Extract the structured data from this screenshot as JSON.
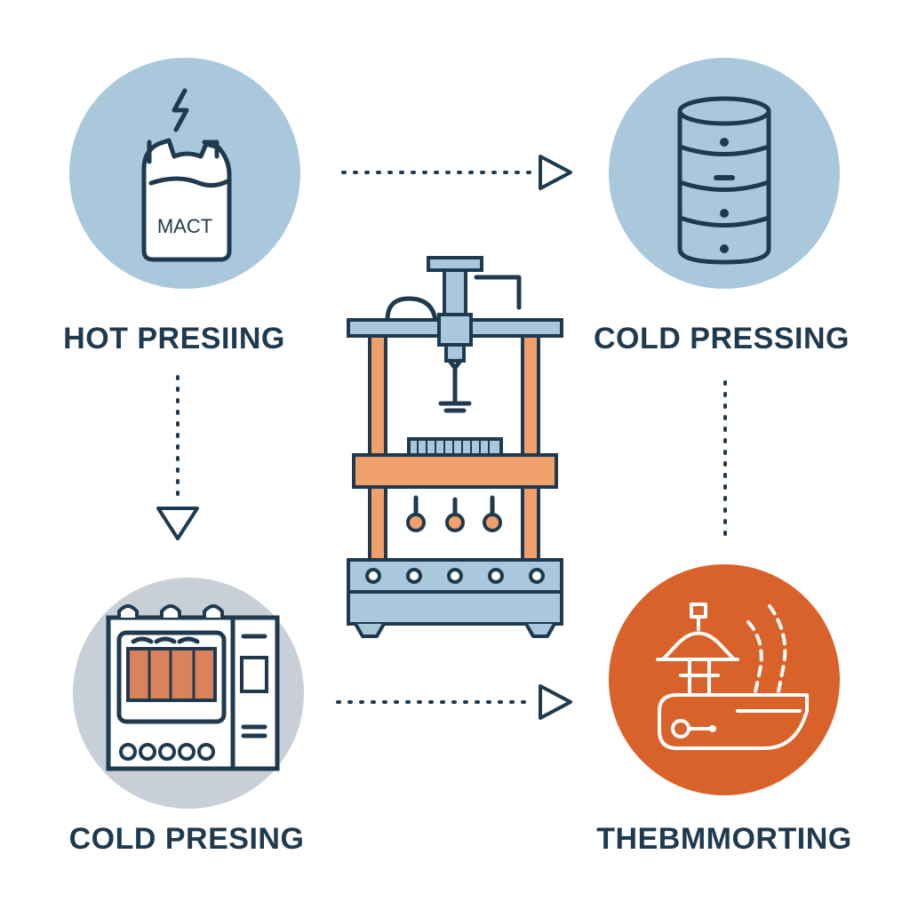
{
  "nodes": {
    "top_left": {
      "label": "HOT PRESIING",
      "icon_text": "MACT",
      "icon": "container-lightning-icon",
      "circle_color": "#a9c8dc"
    },
    "top_right": {
      "label": "COLD PRESSING",
      "icon": "cylinder-stack-icon",
      "circle_color": "#a9c8dc"
    },
    "bottom_left": {
      "label": "COLD PRESING",
      "icon": "furnace-machine-icon",
      "circle_color": "#c8cfd6"
    },
    "bottom_right": {
      "label": "THEBMMORTING",
      "icon": "thermoforming-machine-icon",
      "circle_color": "#d9622b"
    }
  },
  "center": {
    "icon": "press-machine-icon"
  },
  "colors": {
    "ink": "#1f3a4f",
    "blue": "#a9c8dc",
    "gray": "#c8cfd6",
    "orange": "#d9622b",
    "orange_light": "#f0a06a"
  }
}
